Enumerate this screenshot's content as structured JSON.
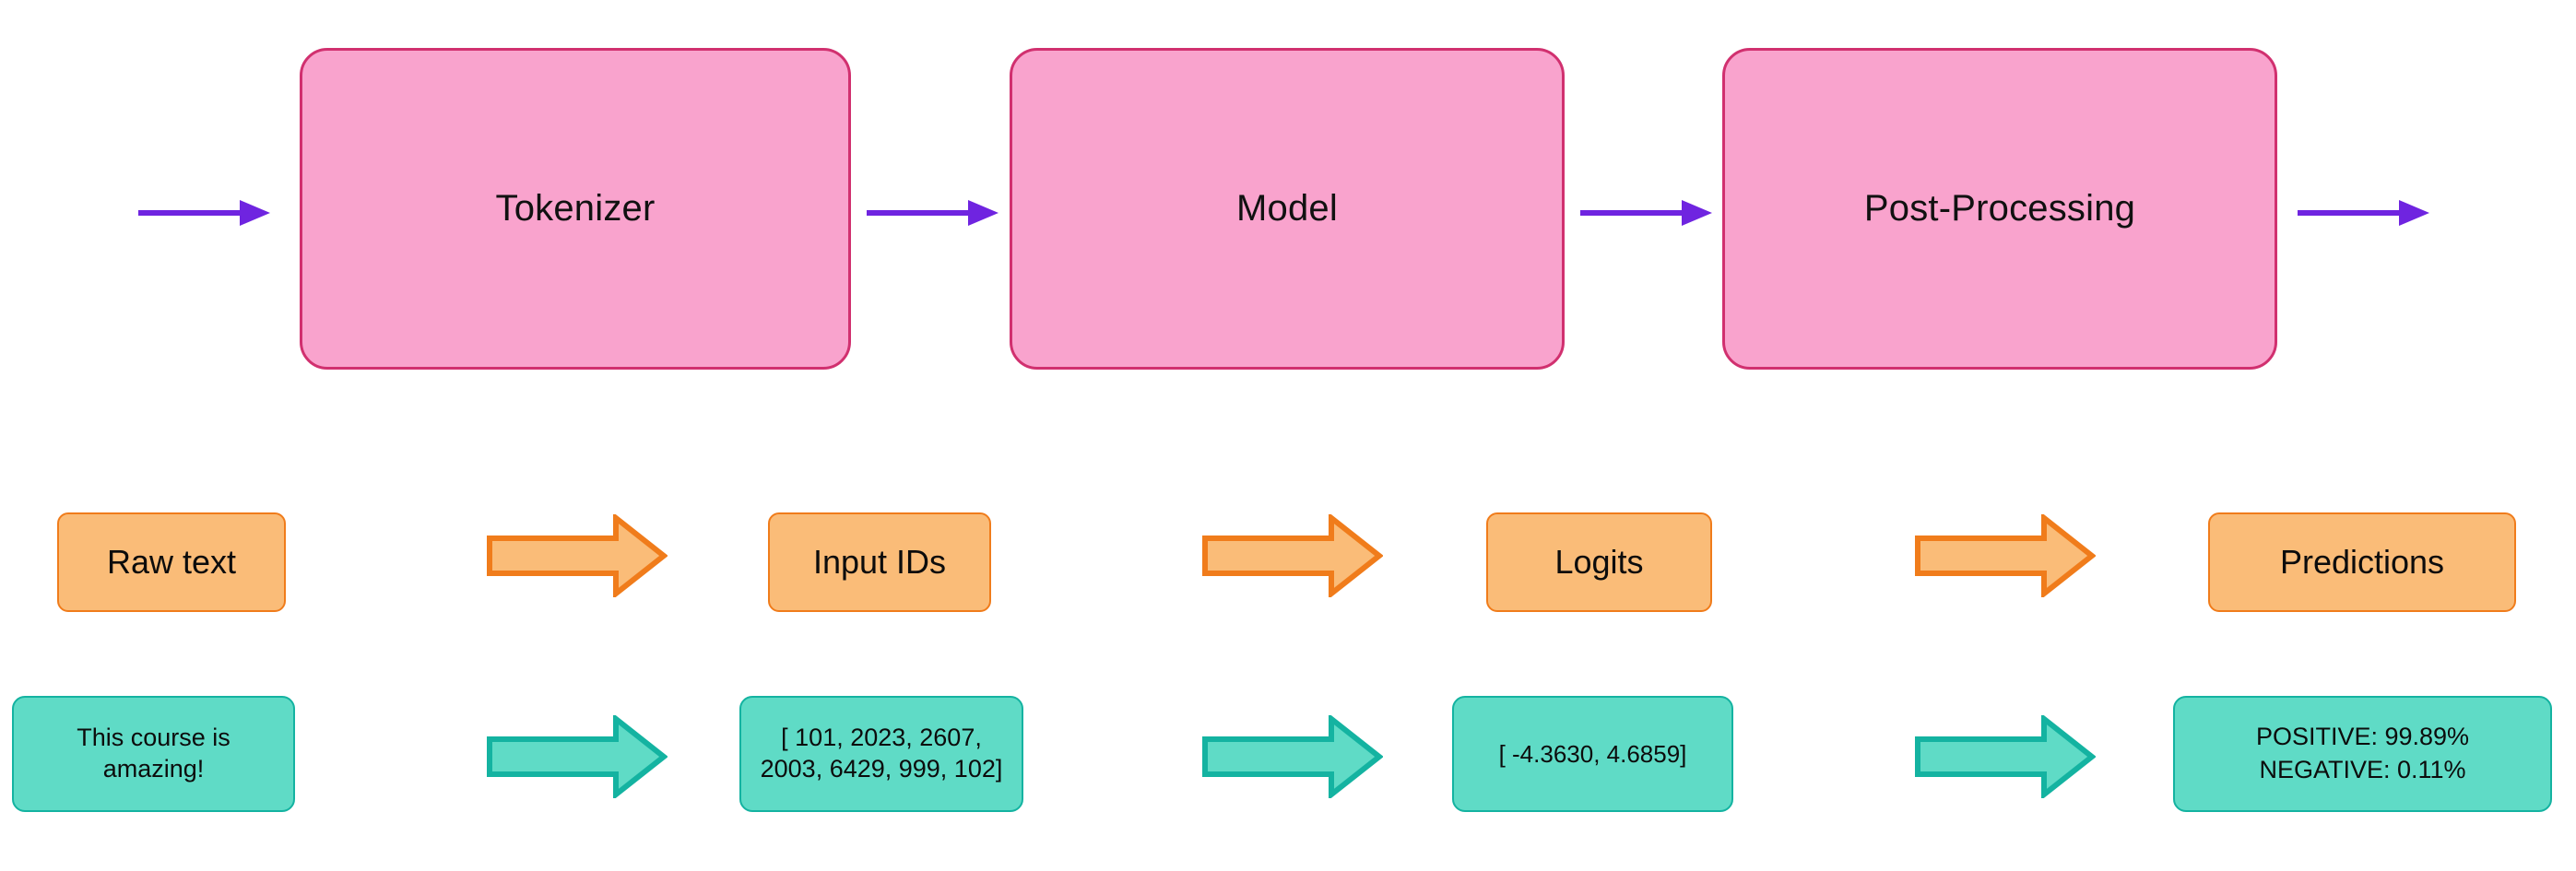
{
  "diagram": {
    "title": "Transformer pipeline: Tokenizer, Model, Post-Processing",
    "colors": {
      "stage_fill": "#f9a3cd",
      "stage_stroke": "#d1306f",
      "label_fill": "#fabc78",
      "label_stroke": "#f07c1b",
      "value_fill": "#5fdbc6",
      "value_stroke": "#14b3a1",
      "flow_arrow": "#6f24e0",
      "background": "#ffffff"
    },
    "stages": [
      {
        "label": "Tokenizer"
      },
      {
        "label": "Model"
      },
      {
        "label": "Post-Processing"
      }
    ],
    "flow_arrows": [
      {
        "name": "arrow-into-tokenizer"
      },
      {
        "name": "arrow-tokenizer-to-model"
      },
      {
        "name": "arrow-model-to-postprocessing"
      },
      {
        "name": "arrow-out-of-postprocessing"
      }
    ],
    "data_labels": [
      {
        "label": "Raw text"
      },
      {
        "label": "Input IDs"
      },
      {
        "label": "Logits"
      },
      {
        "label": "Predictions"
      }
    ],
    "label_arrows": [
      {
        "name": "orange-block-arrow-1"
      },
      {
        "name": "orange-block-arrow-2"
      },
      {
        "name": "orange-block-arrow-3"
      }
    ],
    "data_values": [
      {
        "lines": [
          "This course is",
          "amazing!"
        ]
      },
      {
        "lines": [
          "[ 101, 2023, 2607,",
          "2003, 6429, 999, 102]"
        ]
      },
      {
        "lines": [
          "[ -4.3630, 4.6859]"
        ]
      },
      {
        "lines": [
          "POSITIVE: 99.89%",
          "NEGATIVE:  0.11%"
        ]
      }
    ],
    "value_arrows": [
      {
        "name": "teal-block-arrow-1"
      },
      {
        "name": "teal-block-arrow-2"
      },
      {
        "name": "teal-block-arrow-3"
      }
    ]
  }
}
